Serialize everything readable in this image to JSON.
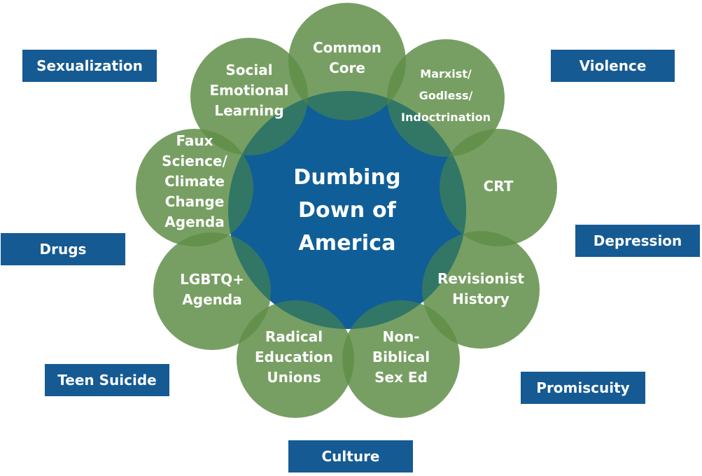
{
  "center": {
    "lines": [
      "Dumbing",
      "Down of",
      "America"
    ]
  },
  "petals": [
    {
      "id": "common-core",
      "lines": [
        "Common",
        "Core"
      ]
    },
    {
      "id": "marxist",
      "lines": [
        "Marxist/",
        "Godless/",
        "Indoctrination"
      ]
    },
    {
      "id": "crt",
      "lines": [
        "CRT"
      ]
    },
    {
      "id": "revisionist-history",
      "lines": [
        "Revisionist",
        "History"
      ]
    },
    {
      "id": "non-biblical-sex-ed",
      "lines": [
        "Non-",
        "Biblical",
        "Sex Ed"
      ]
    },
    {
      "id": "radical-education-unions",
      "lines": [
        "Radical",
        "Education",
        "Unions"
      ]
    },
    {
      "id": "lgbtq-agenda",
      "lines": [
        "LGBTQ+",
        "Agenda"
      ]
    },
    {
      "id": "faux-science",
      "lines": [
        "Faux",
        "Science/",
        "Climate",
        "Change",
        "Agenda"
      ]
    },
    {
      "id": "social-emotional-learning",
      "lines": [
        "Social",
        "Emotional",
        "Learning"
      ]
    }
  ],
  "outcomes": {
    "sexualization": "Sexualization",
    "violence": "Violence",
    "drugs": "Drugs",
    "depression": "Depression",
    "teen_suicide": "Teen Suicide",
    "promiscuity": "Promiscuity",
    "culture": "Culture"
  },
  "colors": {
    "petal_fill": "#5f8e48",
    "petal_overlap": "#4a7a35",
    "center_fill": "#105e97",
    "box_fill": "#155a93",
    "text": "#ffffff"
  }
}
